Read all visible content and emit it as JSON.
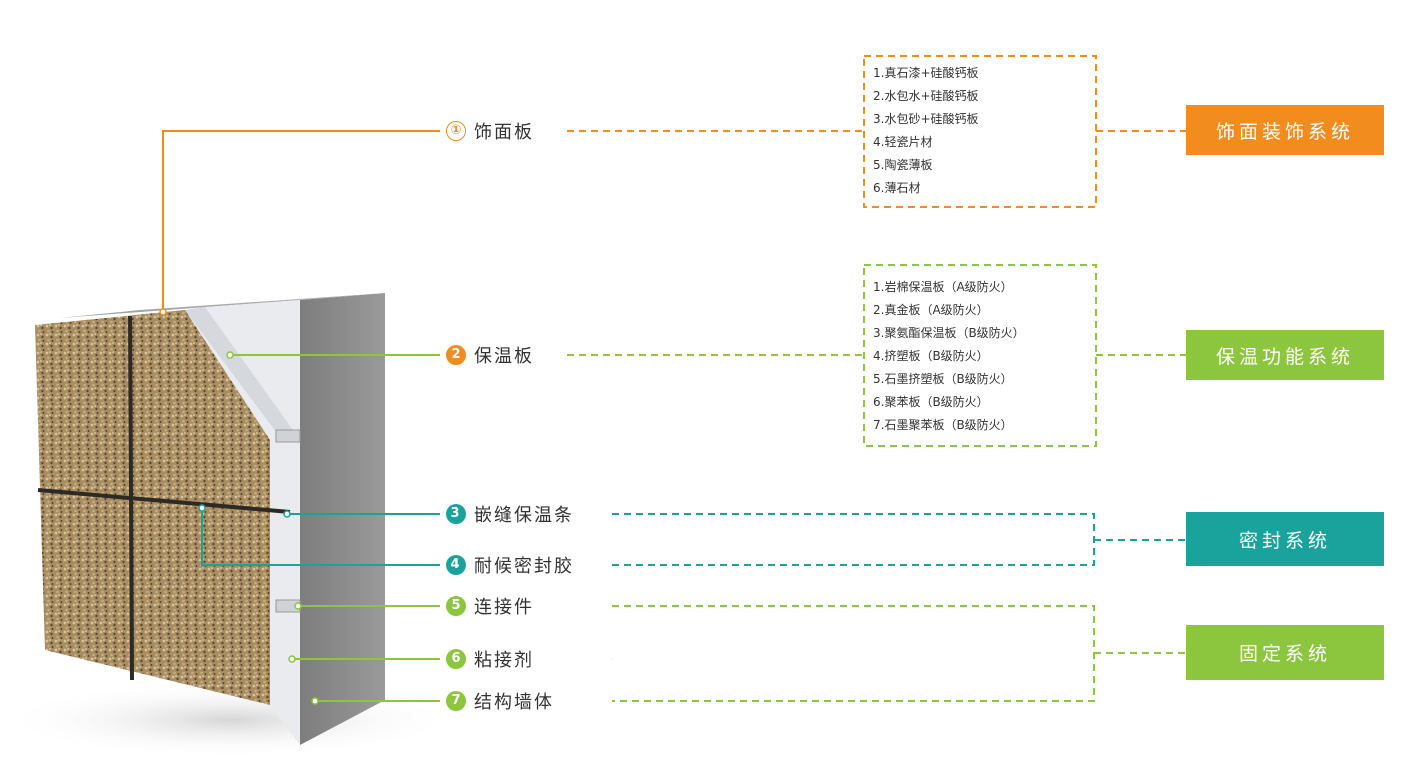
{
  "labels": [
    {
      "num": "①",
      "text": "饰面板"
    },
    {
      "num": "2",
      "text": "保温板"
    },
    {
      "num": "3",
      "text": "嵌缝保温条"
    },
    {
      "num": "4",
      "text": "耐候密封胶"
    },
    {
      "num": "5",
      "text": "连接件"
    },
    {
      "num": "6",
      "text": "粘接剂"
    },
    {
      "num": "7",
      "text": "结构墙体"
    }
  ],
  "facing_options": [
    "1.真石漆+硅酸钙板",
    "2.水包水+硅酸钙板",
    "3.水包砂+硅酸钙板",
    "4.轻瓷片材",
    "5.陶瓷薄板",
    "6.薄石材"
  ],
  "insulation_options": [
    "1.岩棉保温板（A级防火）",
    "2.真金板（A级防火）",
    "3.聚氨酯保温板（B级防火）",
    "4.挤塑板（B级防火）",
    "5.石墨挤塑板（B级防火）",
    "6.聚苯板（B级防火）",
    "7.石墨聚苯板（B级防火）"
  ],
  "systems": [
    {
      "name": "饰面装饰系统",
      "color": "#f28c1e"
    },
    {
      "name": "保温功能系统",
      "color": "#8cc63f"
    },
    {
      "name": "密封系统",
      "color": "#1aa39d"
    },
    {
      "name": "固定系统",
      "color": "#8cc63f"
    }
  ],
  "colors": {
    "orange": "#f28c1e",
    "green": "#8cc63f",
    "teal": "#1aa39d"
  }
}
